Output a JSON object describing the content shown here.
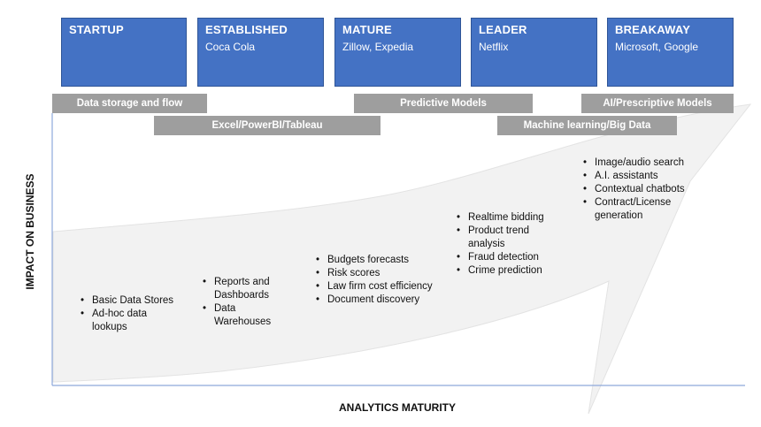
{
  "stages": [
    {
      "name": "STARTUP",
      "example": ""
    },
    {
      "name": "ESTABLISHED",
      "example": "Coca Cola"
    },
    {
      "name": "MATURE",
      "example": "Zillow, Expedia"
    },
    {
      "name": "LEADER",
      "example": "Netflix"
    },
    {
      "name": "BREAKAWAY",
      "example": "Microsoft, Google"
    }
  ],
  "bars": {
    "data_storage": "Data storage and flow",
    "predictive": "Predictive Models",
    "ai_prescriptive": "AI/Prescriptive Models",
    "excel_bi": "Excel/PowerBI/Tableau",
    "ml_bigdata": "Machine learning/Big Data"
  },
  "axes": {
    "y_label": "IMPACT ON BUSINESS",
    "x_label": "ANALYTICS MATURITY"
  },
  "lists": {
    "startup": [
      "Basic Data Stores",
      "Ad-hoc data lookups"
    ],
    "established": [
      "Reports and Dashboards",
      "Data Warehouses"
    ],
    "mature": [
      "Budgets forecasts",
      "Risk scores",
      "Law firm cost efficiency",
      "Document discovery"
    ],
    "leader": [
      "Realtime bidding",
      "Product trend analysis",
      "Fraud detection",
      "Crime prediction"
    ],
    "breakaway": [
      "Image/audio search",
      "A.I. assistants",
      "Contextual chatbots",
      "Contract/License generation"
    ]
  },
  "colors": {
    "stage_fill": "#4472c4",
    "bar_fill": "#9e9e9e",
    "arrow_fill": "#f2f2f2",
    "axis_color": "#8ea9db"
  }
}
